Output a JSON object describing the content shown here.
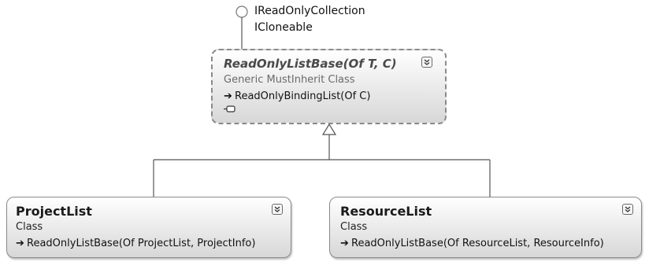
{
  "interfaces": [
    "IReadOnlyCollection",
    "ICloneable"
  ],
  "base_class": {
    "name": "ReadOnlyListBase(Of T, C)",
    "kind": "Generic MustInherit Class",
    "inherits": "ReadOnlyBindingList(Of C)"
  },
  "derived_classes": [
    {
      "name": "ProjectList",
      "kind": "Class",
      "inherits": "ReadOnlyListBase(Of ProjectList, ProjectInfo)"
    },
    {
      "name": "ResourceList",
      "kind": "Class",
      "inherits": "ReadOnlyListBase(Of ResourceList, ResourceInfo)"
    }
  ],
  "colors": {
    "border": "#8a8a8a",
    "connector": "#555555"
  },
  "icons": {
    "inheritance_arrow": "right-arrow-icon",
    "collapse_toggle": "double-chevron-down-icon",
    "interface_lollipop": "interface-circle-icon",
    "member_shape": "nested-shape-icon"
  }
}
